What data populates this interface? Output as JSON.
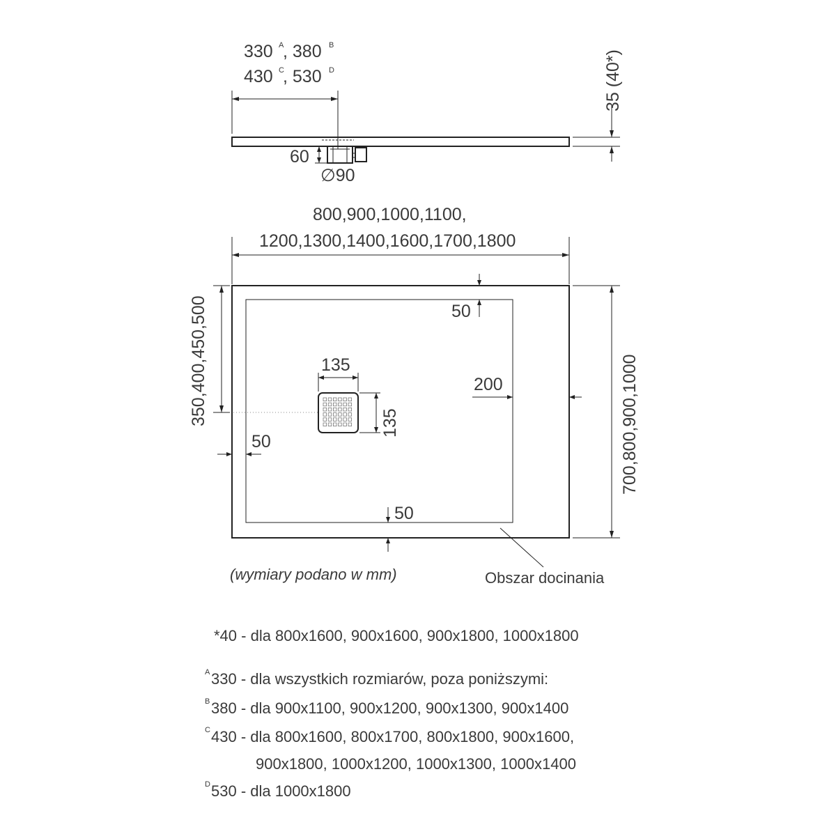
{
  "side_view": {
    "drain_offset_line1_a": "330",
    "drain_offset_line1_a_sup": "A",
    "drain_offset_line1_b": ", 380",
    "drain_offset_line1_b_sup": "B",
    "drain_offset_line2_c": "430",
    "drain_offset_line2_c_sup": "C",
    "drain_offset_line2_d": ", 530",
    "drain_offset_line2_d_sup": "D",
    "height_label": "35 (40*)",
    "siphon_height": "60",
    "siphon_diameter": "∅90"
  },
  "top_view": {
    "width_line1": "800,900,1000,1100,",
    "width_line2": "1200,1300,1400,1600,1700,1800",
    "depth_label": "700,800,900,1000",
    "drain_position_label": "350,400,450,500",
    "grate_width": "135",
    "grate_height": "135",
    "margin_top": "50",
    "margin_left": "50",
    "margin_bottom": "50",
    "margin_right": "200",
    "units_note": "(wymiary podano w mm)",
    "cut_area_label": "Obszar docinania"
  },
  "notes": {
    "star": "*40 - dla 800x1600, 900x1600, 900x1800, 1000x1800",
    "a_sup": "A",
    "a_text": "330 - dla wszystkich rozmiarów, poza poniższymi:",
    "b_sup": "B",
    "b_text": "380 - dla 900x1100, 900x1200, 900x1300, 900x1400",
    "c_sup": "C",
    "c_text_line1": "430 - dla 800x1600, 800x1700, 800x1800, 900x1600,",
    "c_text_line2": "900x1800, 1000x1200, 1000x1300, 1000x1400",
    "d_sup": "D",
    "d_text": "530 - dla 1000x1800"
  }
}
